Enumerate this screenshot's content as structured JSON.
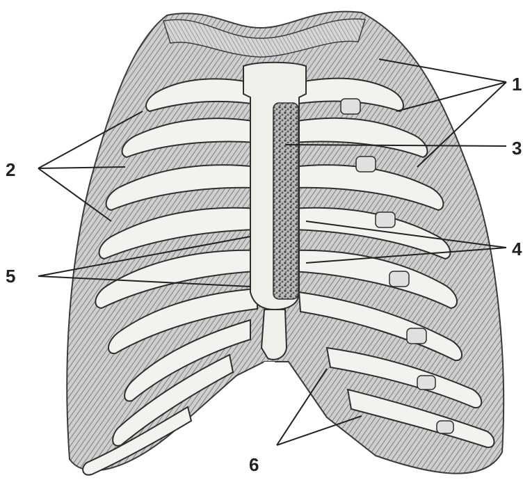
{
  "figure": {
    "subject": "rib-cage-anterior-view",
    "colors": {
      "bone": "#f1f1ec",
      "outline": "#2e2e2e",
      "muscle": "#9a9a9a",
      "marrow": "#6b6b6b",
      "leader": "#222222"
    }
  },
  "labels": [
    {
      "id": "1",
      "text": "1"
    },
    {
      "id": "2",
      "text": "2"
    },
    {
      "id": "3",
      "text": "3"
    },
    {
      "id": "4",
      "text": "4"
    },
    {
      "id": "5",
      "text": "5"
    },
    {
      "id": "6",
      "text": "6"
    }
  ]
}
